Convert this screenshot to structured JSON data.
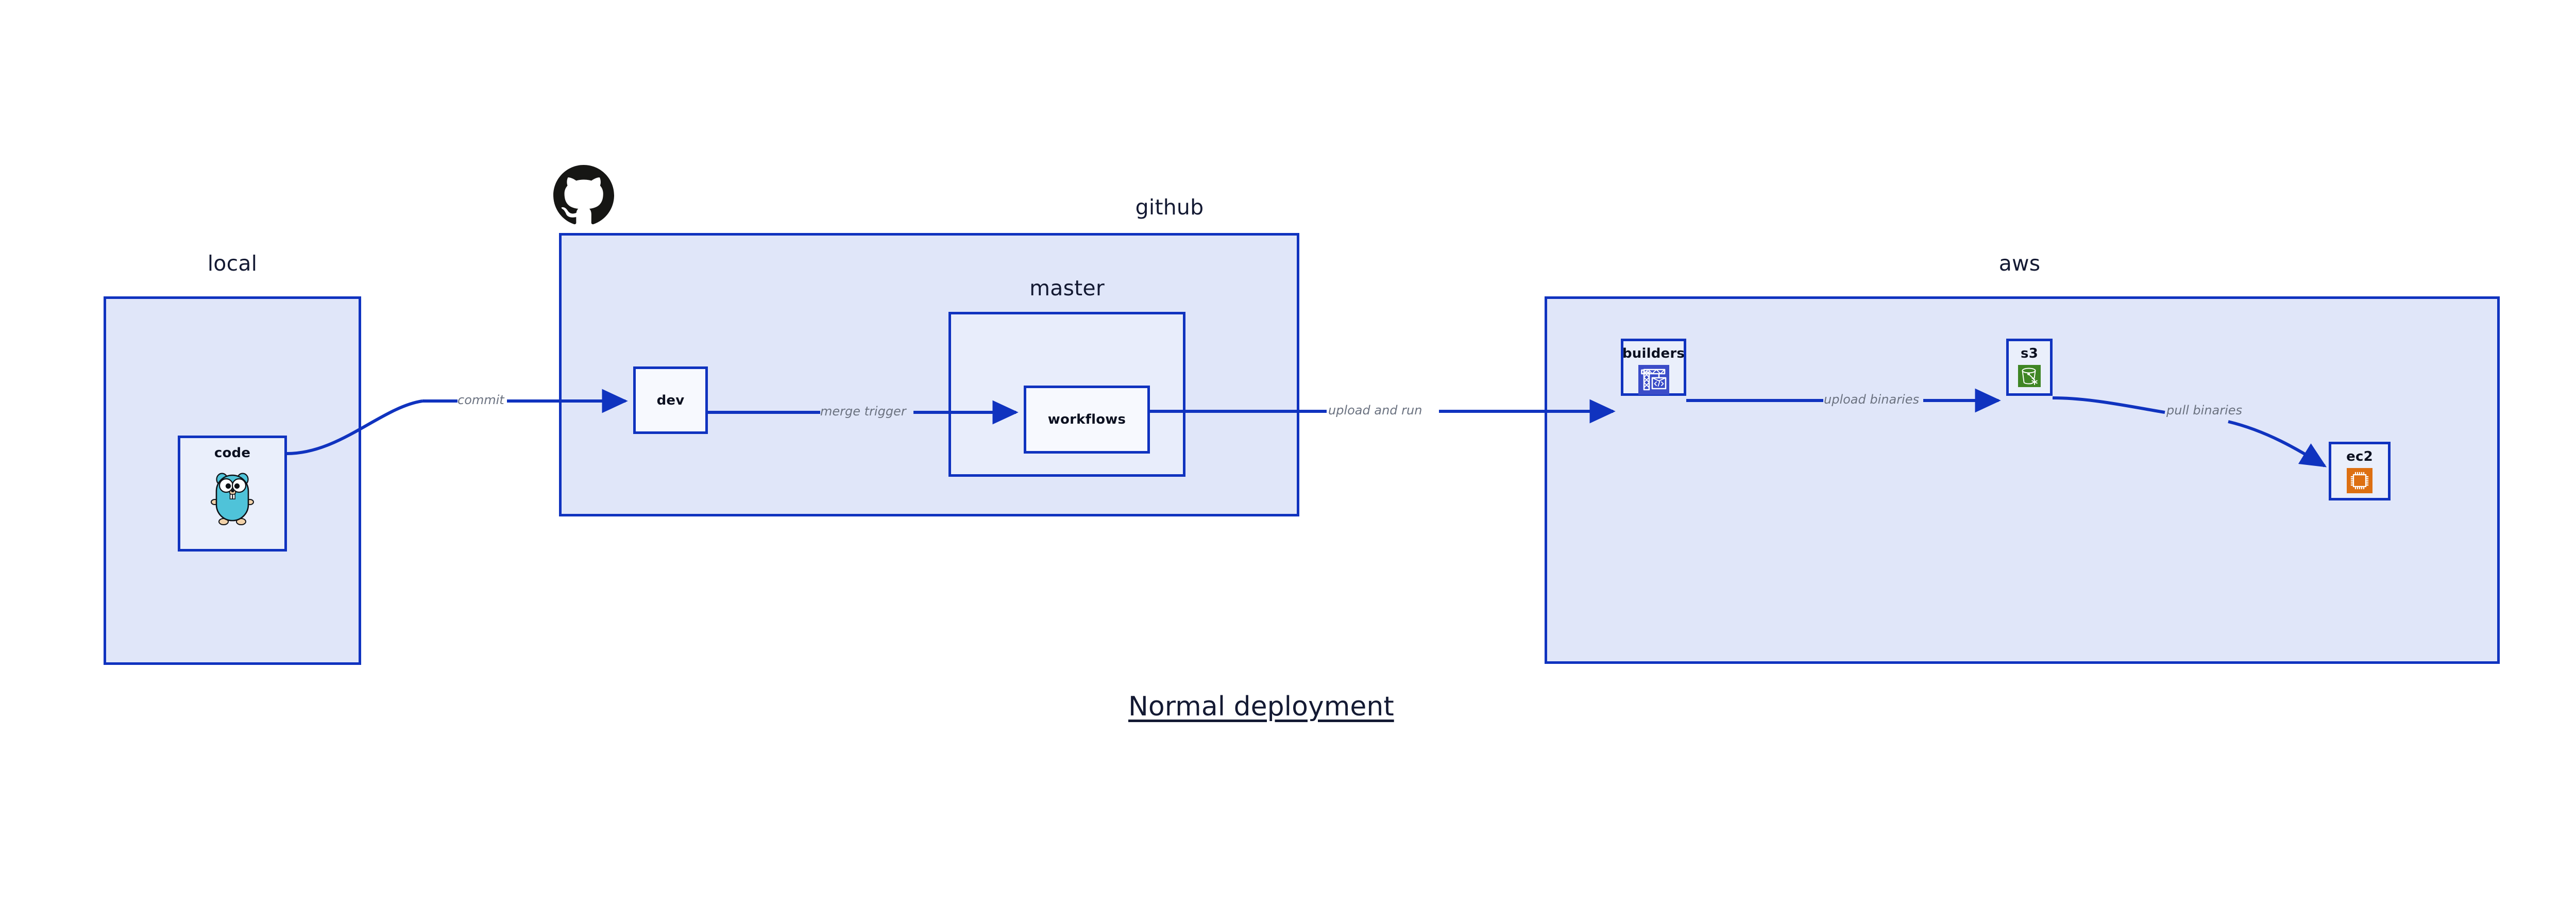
{
  "diagram": {
    "title": "Normal deployment",
    "background": "#ffffff",
    "accent_border": "#1033bf",
    "group_fill": "#e0e6f9",
    "subgroup_fill": "#e8edfb",
    "node_fill": "#eaeffb",
    "node_fill_plain": "#f7f9fe",
    "label_color": "#141a33",
    "edge_label_color": "#6b7280"
  },
  "groups": [
    {
      "id": "local",
      "label": "local"
    },
    {
      "id": "github",
      "label": "github"
    },
    {
      "id": "master",
      "label": "master"
    },
    {
      "id": "aws",
      "label": "aws"
    }
  ],
  "nodes": [
    {
      "id": "code",
      "label": "code",
      "icon": "go-gopher-icon",
      "icon_color": "#4fc3d9"
    },
    {
      "id": "dev",
      "label": "dev",
      "icon": null,
      "icon_color": null
    },
    {
      "id": "workflows",
      "label": "workflows",
      "icon": null,
      "icon_color": null
    },
    {
      "id": "builders",
      "label": "builders",
      "icon": "aws-codebuild-icon",
      "icon_color": "#3b4cc8"
    },
    {
      "id": "s3",
      "label": "s3",
      "icon": "aws-s3-bucket-icon",
      "icon_color": "#3f8624"
    },
    {
      "id": "ec2",
      "label": "ec2",
      "icon": "aws-ec2-chip-icon",
      "icon_color": "#dd7012"
    }
  ],
  "edges": [
    {
      "id": "commit",
      "from": "code",
      "to": "dev",
      "label": "commit"
    },
    {
      "id": "merge-trigger",
      "from": "dev",
      "to": "workflows",
      "label": "merge trigger"
    },
    {
      "id": "upload-and-run",
      "from": "workflows",
      "to": "builders",
      "label": "upload and run"
    },
    {
      "id": "upload-binaries",
      "from": "builders",
      "to": "s3",
      "label": "upload binaries"
    },
    {
      "id": "pull-binaries",
      "from": "s3",
      "to": "ec2",
      "label": "pull binaries"
    }
  ],
  "logos": [
    {
      "id": "github-logo",
      "name": "github-octocat-logo",
      "color": "#161614"
    }
  ]
}
